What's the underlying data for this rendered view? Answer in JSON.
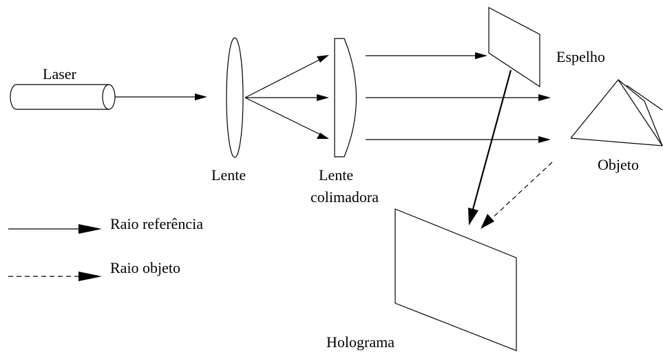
{
  "labels": {
    "laser": "Laser",
    "lens": "Lente",
    "collimating_lens_line1": "Lente",
    "collimating_lens_line2": "colimadora",
    "mirror": "Espelho",
    "object": "Objeto",
    "hologram": "Holograma"
  },
  "legend": {
    "reference_ray": "Raio referência",
    "object_ray": "Raio objeto"
  }
}
